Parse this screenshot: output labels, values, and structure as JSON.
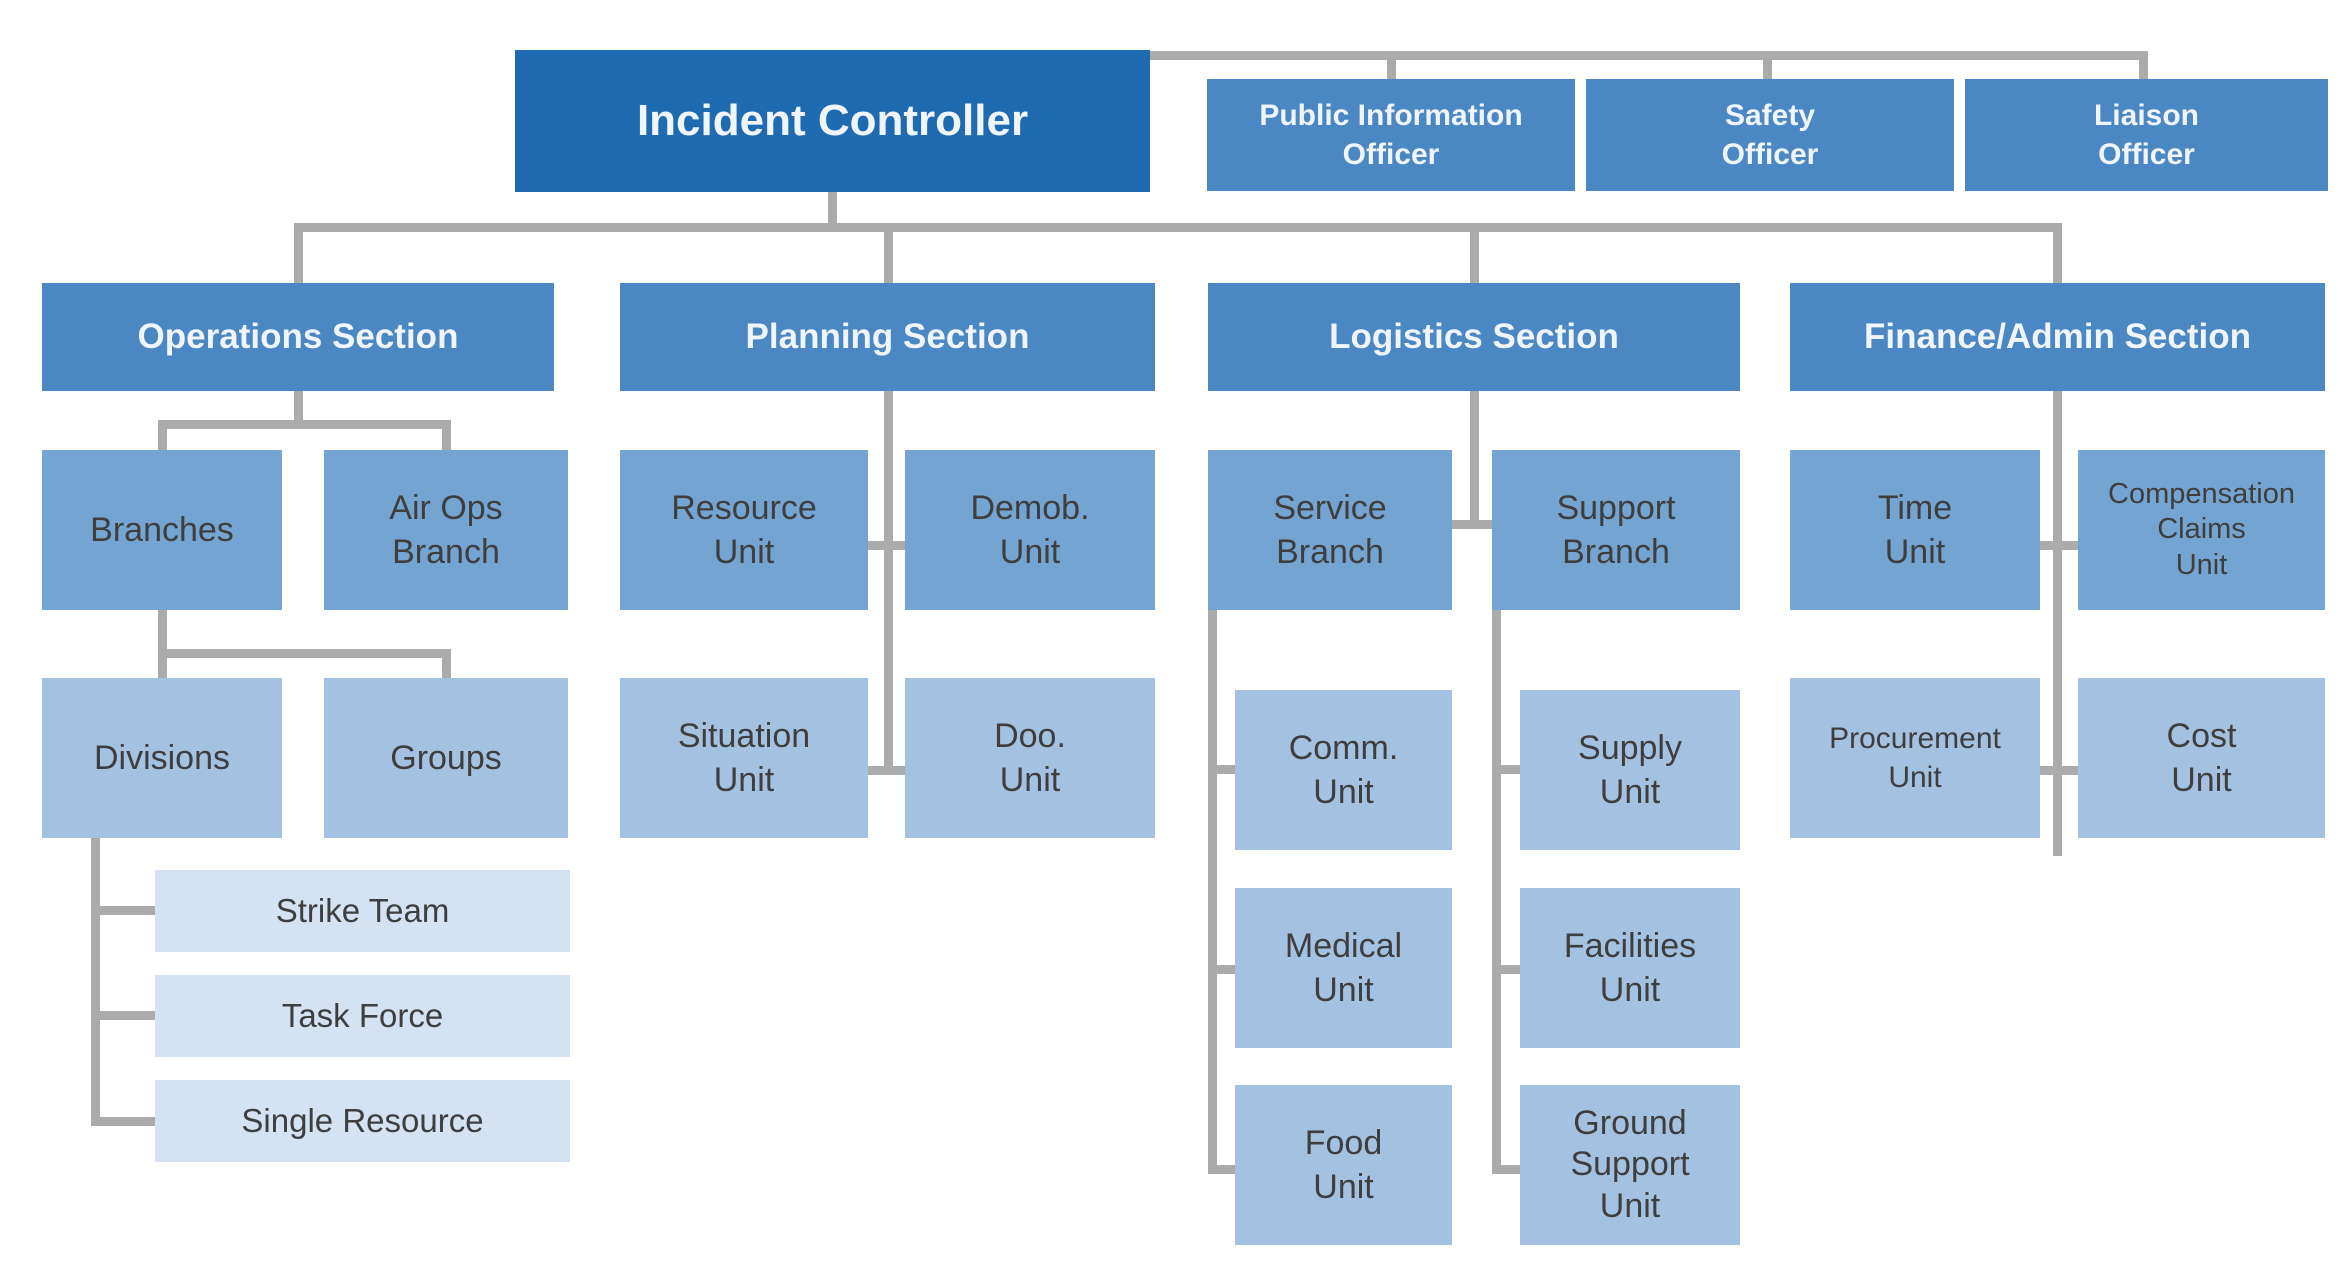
{
  "diagram_type": "organizational-chart",
  "colors": {
    "level1_fill": "#1E6BB1",
    "level2_fill": "#4A87C3",
    "level3_fill": "#74A5D2",
    "level4_fill": "#A3C2E2",
    "level5_fill": "#D4E2F1",
    "connector": "#ABABAB",
    "text_dark": "#3E3E3E",
    "text_light": "#EFF5FB"
  },
  "nodes": {
    "incident_controller": {
      "label": "Incident Controller"
    },
    "public_information_officer": {
      "label": "Public Information\nOfficer"
    },
    "safety_officer": {
      "label": "Safety\nOfficer"
    },
    "liaison_officer": {
      "label": "Liaison\nOfficer"
    },
    "operations_section": {
      "label": "Operations Section"
    },
    "planning_section": {
      "label": "Planning Section"
    },
    "logistics_section": {
      "label": "Logistics Section"
    },
    "finance_admin_section": {
      "label": "Finance/Admin Section"
    },
    "branches": {
      "label": "Branches"
    },
    "air_ops_branch": {
      "label": "Air Ops\nBranch"
    },
    "divisions": {
      "label": "Divisions"
    },
    "groups": {
      "label": "Groups"
    },
    "strike_team": {
      "label": "Strike Team"
    },
    "task_force": {
      "label": "Task Force"
    },
    "single_resource": {
      "label": "Single Resource"
    },
    "resource_unit": {
      "label": "Resource\nUnit"
    },
    "demob_unit": {
      "label": "Demob.\nUnit"
    },
    "situation_unit": {
      "label": "Situation\nUnit"
    },
    "doo_unit": {
      "label": "Doo.\nUnit"
    },
    "service_branch": {
      "label": "Service\nBranch"
    },
    "support_branch": {
      "label": "Support\nBranch"
    },
    "comm_unit": {
      "label": "Comm.\nUnit"
    },
    "medical_unit": {
      "label": "Medical\nUnit"
    },
    "food_unit": {
      "label": "Food\nUnit"
    },
    "supply_unit": {
      "label": "Supply\nUnit"
    },
    "facilities_unit": {
      "label": "Facilities\nUnit"
    },
    "ground_support_unit": {
      "label": "Ground\nSupport\nUnit"
    },
    "time_unit": {
      "label": "Time\nUnit"
    },
    "compensation_claims_unit": {
      "label": "Compensation\nClaims\nUnit"
    },
    "procurement_unit": {
      "label": "Procurement\nUnit"
    },
    "cost_unit": {
      "label": "Cost\nUnit"
    }
  }
}
